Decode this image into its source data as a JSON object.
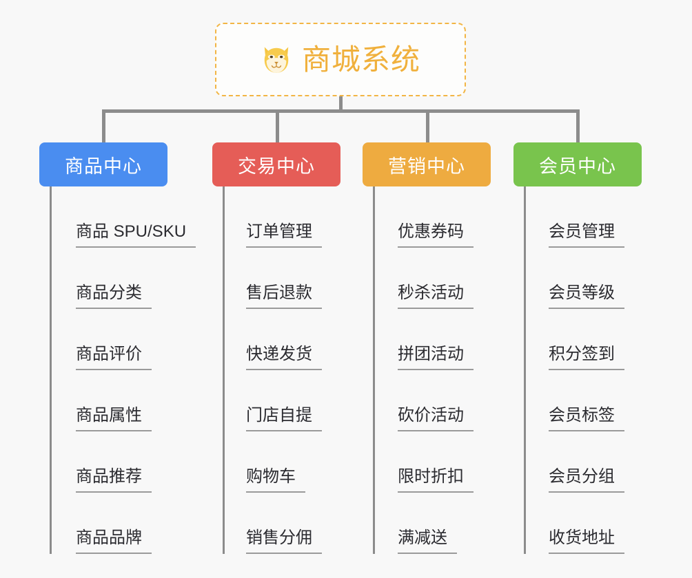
{
  "root": {
    "title": "商城系统",
    "icon": "shiba-dog-face-icon",
    "border_color": "#f2b544",
    "text_color": "#f0b03c",
    "background": "#fdfdfc"
  },
  "canvas": {
    "background": "#f8f8f8",
    "connector_color": "#8c8c8c"
  },
  "branches": [
    {
      "label": "商品中心",
      "color": "#4a8df0",
      "items": [
        {
          "label": "商品 SPU/SKU"
        },
        {
          "label": "商品分类"
        },
        {
          "label": "商品评价"
        },
        {
          "label": "商品属性"
        },
        {
          "label": "商品推荐"
        },
        {
          "label": "商品品牌"
        }
      ]
    },
    {
      "label": "交易中心",
      "color": "#e55d57",
      "items": [
        {
          "label": "订单管理"
        },
        {
          "label": "售后退款"
        },
        {
          "label": "快递发货"
        },
        {
          "label": "门店自提"
        },
        {
          "label": "购物车"
        },
        {
          "label": "销售分佣"
        }
      ]
    },
    {
      "label": "营销中心",
      "color": "#eeab40",
      "items": [
        {
          "label": "优惠券码"
        },
        {
          "label": "秒杀活动"
        },
        {
          "label": "拼团活动"
        },
        {
          "label": "砍价活动"
        },
        {
          "label": "限时折扣"
        },
        {
          "label": "满减送"
        }
      ]
    },
    {
      "label": "会员中心",
      "color": "#79c44d",
      "items": [
        {
          "label": "会员管理"
        },
        {
          "label": "会员等级"
        },
        {
          "label": "积分签到"
        },
        {
          "label": "会员标签"
        },
        {
          "label": "会员分组"
        },
        {
          "label": "收货地址"
        }
      ]
    }
  ]
}
